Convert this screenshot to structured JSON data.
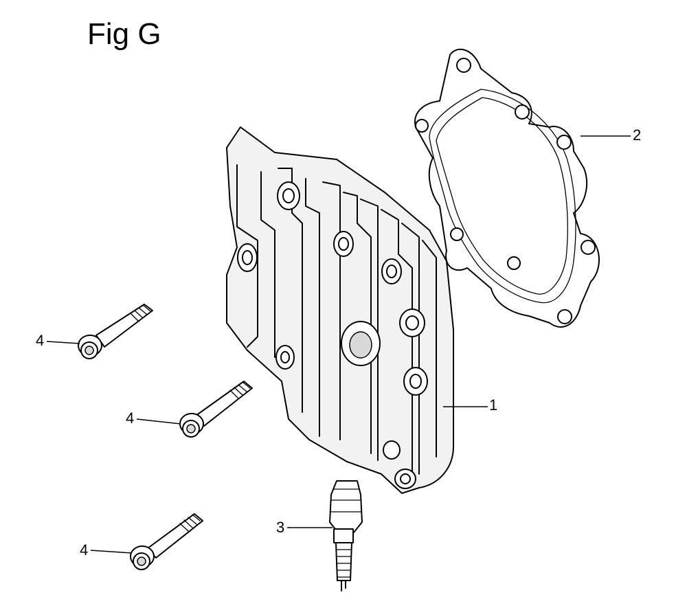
{
  "title": "Fig G",
  "callouts": {
    "cylinder_head": "1",
    "head_gasket": "2",
    "spark_plug": "3",
    "bolt_upper": "4",
    "bolt_middle": "4",
    "bolt_lower": "4"
  }
}
